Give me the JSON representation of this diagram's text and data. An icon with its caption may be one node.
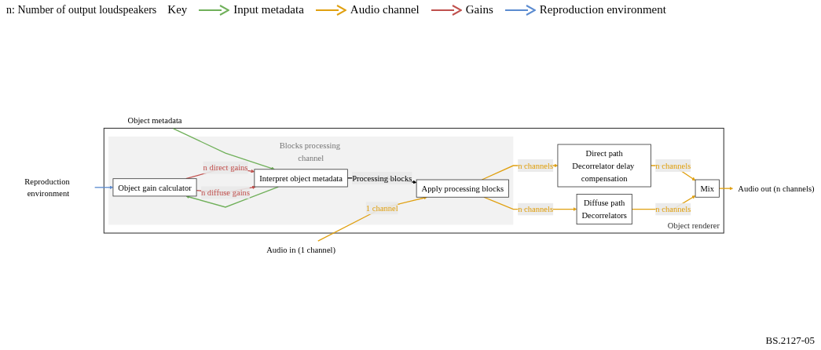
{
  "diagram": {
    "nodes": [
      {
        "text": [
          "Object renderer"
        ]
      },
      {
        "text": [
          "Blocks processing channel"
        ],
        "in": 0
      },
      {
        "text": [
          "Object gain calculator"
        ],
        "in": 1
      },
      {
        "text": [
          "Interpret object metadata"
        ],
        "in": 1
      },
      {
        "text": [
          "Apply processing blocks"
        ],
        "in": 1
      },
      {
        "text": [
          "Direct path",
          "Decorrelator delay compensation"
        ],
        "in": 0
      },
      {
        "text": [
          "Diffuse path",
          "Decorrelators"
        ],
        "in": 0
      },
      {
        "text": [
          "Mix"
        ],
        "in": 0
      },
      {
        "text": [
          "Reproduction environment"
        ]
      },
      {
        "text": [
          "Object metadata"
        ]
      },
      {
        "text": [
          "Audio in (1 channel)"
        ]
      },
      {
        "text": [
          "Audio out (n channels)"
        ]
      }
    ],
    "edges": [
      {
        "from": 8,
        "to": 2,
        "arrow": "to",
        "color": "#5b8bd0"
      },
      {
        "from": 9,
        "to": 3,
        "arrow": "to",
        "color": "#70b05a"
      },
      {
        "from": 3,
        "to": 2,
        "arrow": "to",
        "color": "#70b05a"
      },
      {
        "from": 2,
        "to": 3,
        "arrow": "to",
        "label": "n direct gains",
        "color": "#c0504d"
      },
      {
        "from": 2,
        "to": 3,
        "arrow": "to",
        "label": "n diffuse gains",
        "color": "#c0504d"
      },
      {
        "from": 3,
        "to": 4,
        "arrow": "to",
        "label": "Processing blocks",
        "color": "#000000"
      },
      {
        "from": 10,
        "to": 4,
        "arrow": "to",
        "label": "1 channel"
      },
      {
        "from": 4,
        "to": 5,
        "arrow": "to",
        "label": "n channels"
      },
      {
        "from": 4,
        "to": 6,
        "arrow": "to",
        "label": "n channels"
      },
      {
        "from": 5,
        "to": 7,
        "arrow": "to",
        "label": "n channels"
      },
      {
        "from": 6,
        "to": 7,
        "arrow": "to",
        "label": "n channels"
      },
      {
        "from": 7,
        "to": 11,
        "arrow": "to"
      }
    ],
    "labels": [
      "n: Number of output loudspeakers",
      "Key",
      "BS.2127-05"
    ],
    "legend": [
      {
        "text": "Input metadata"
      },
      {
        "text": "Audio channel"
      },
      {
        "text": "Gains"
      },
      {
        "text": "Reproduction environment"
      }
    ]
  }
}
